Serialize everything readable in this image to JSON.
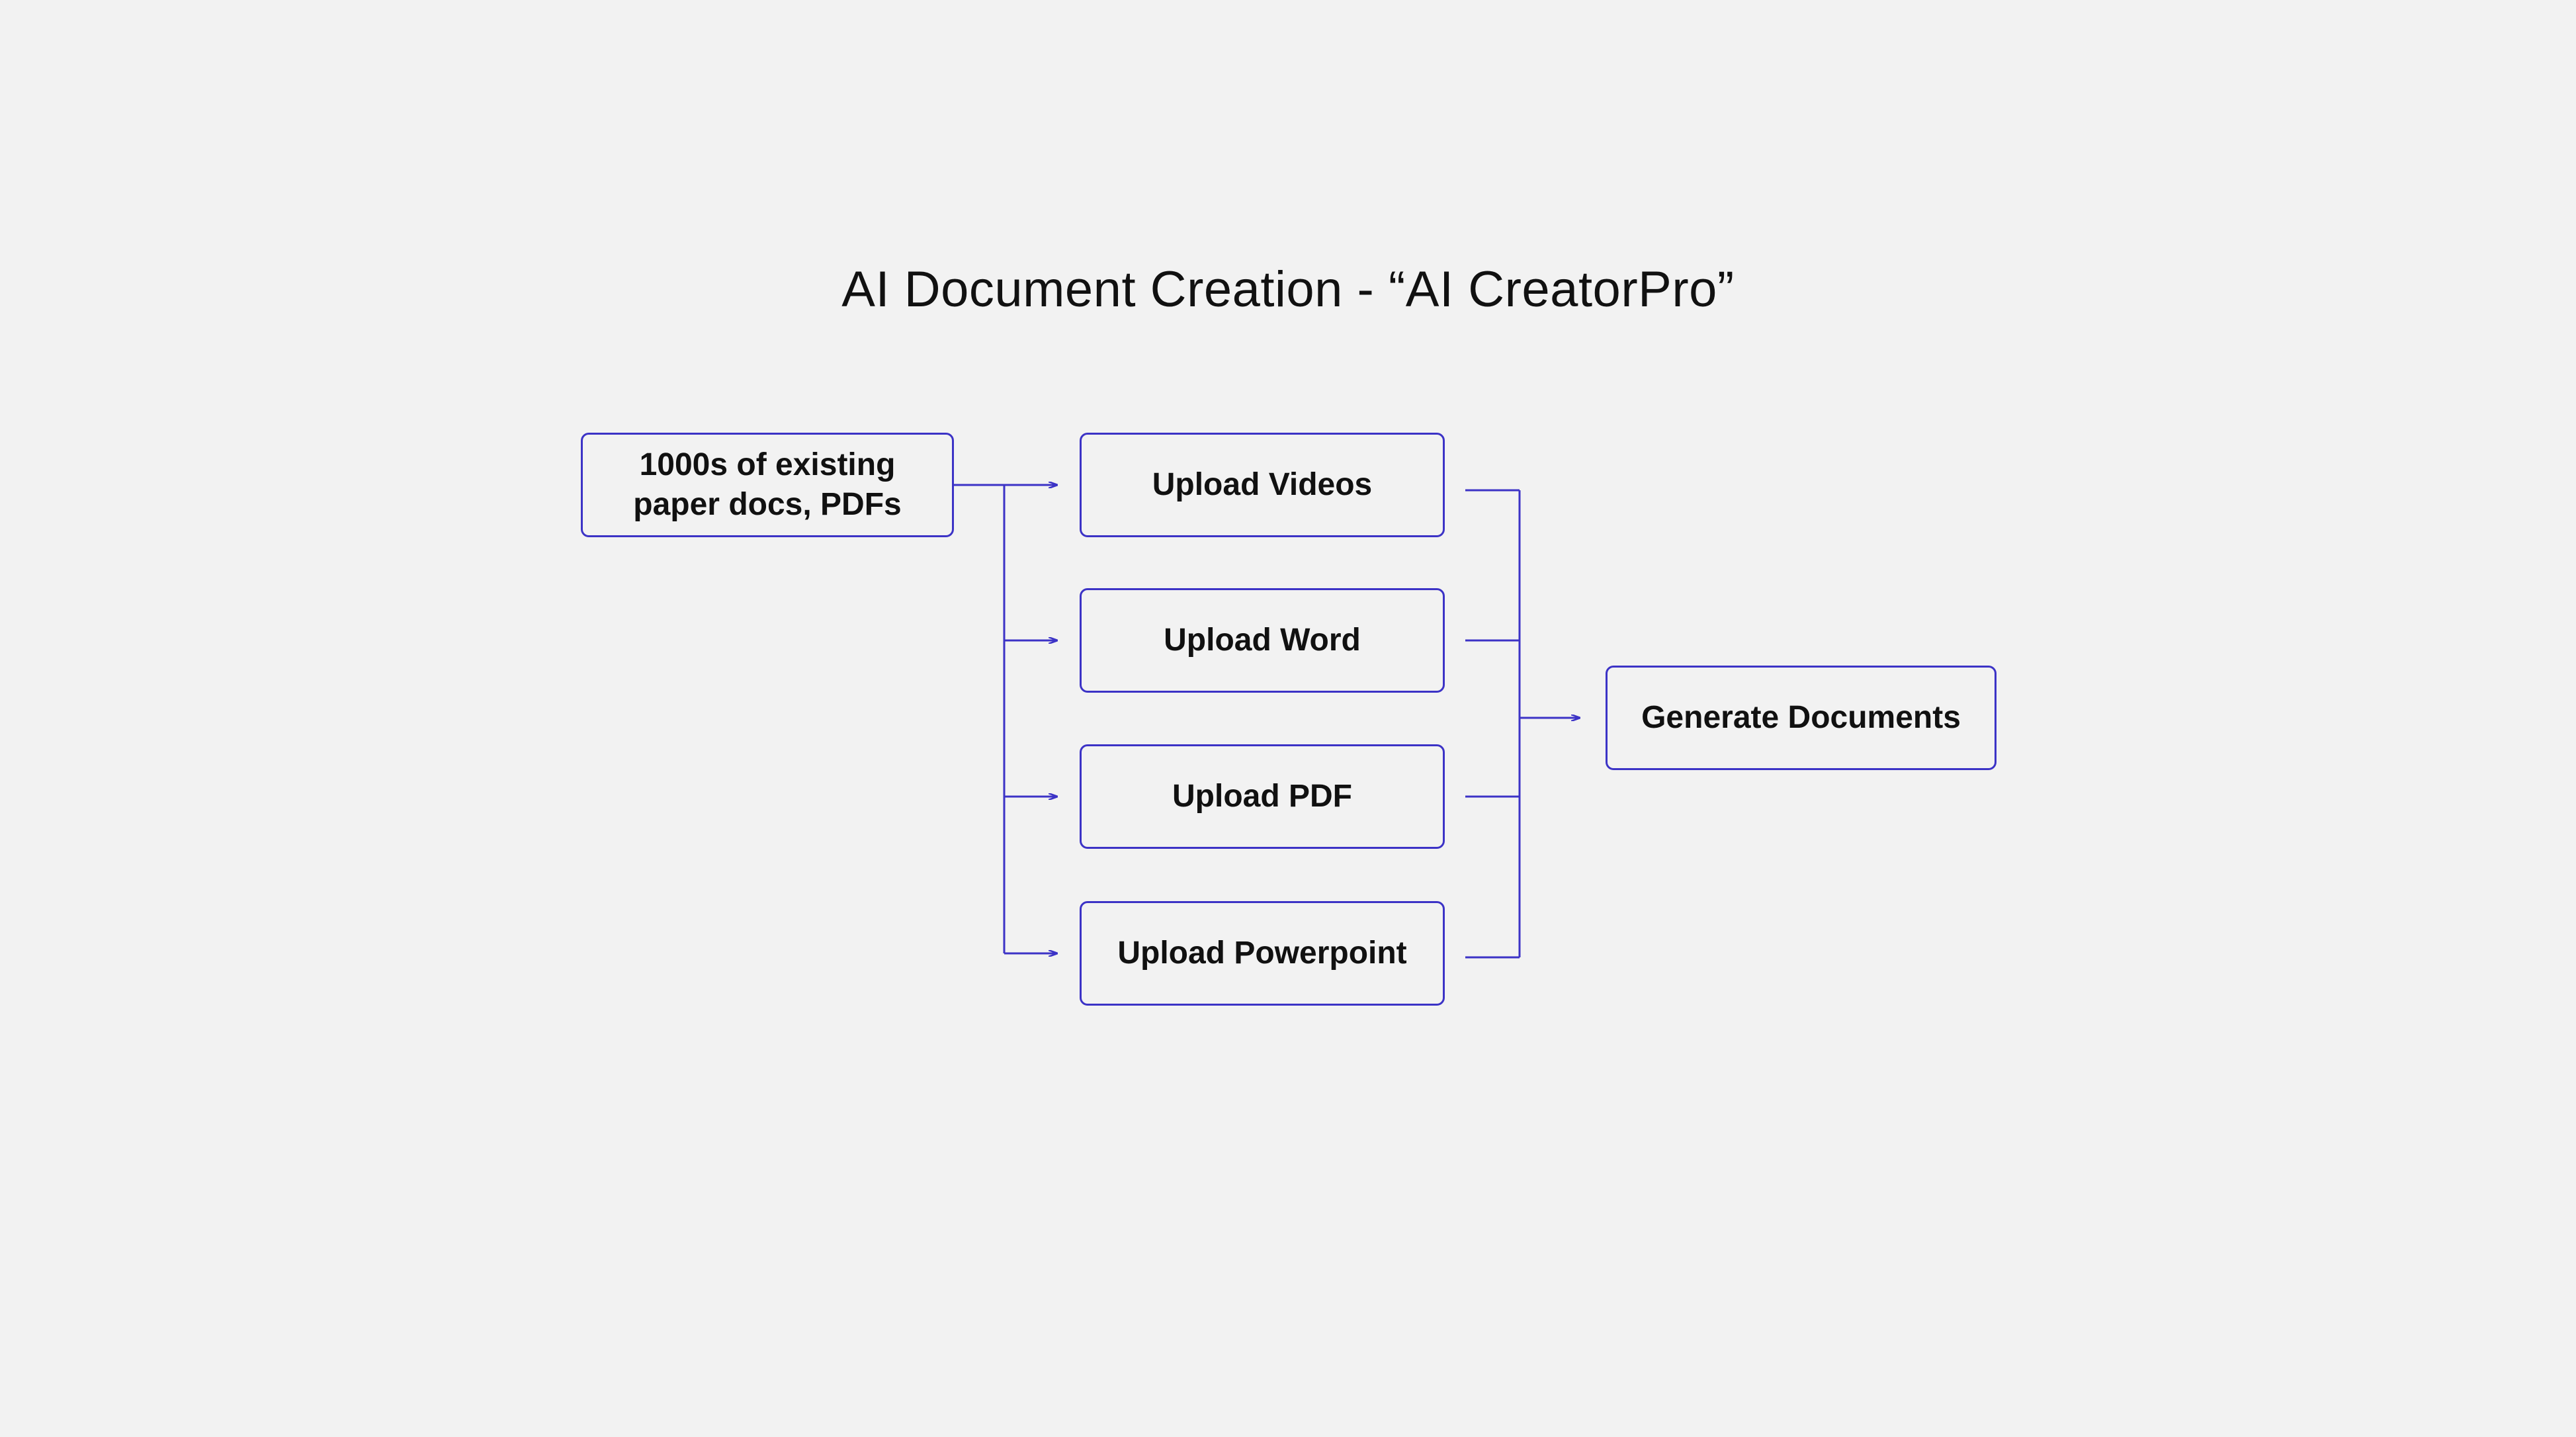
{
  "title": "AI Document Creation - “AI CreatorPro”",
  "colors": {
    "background": "#f2f2f2",
    "stroke": "#3c33c6",
    "text": "#111111"
  },
  "nodes": {
    "source": {
      "line1": "1000s of existing",
      "line2": "paper docs, PDFs"
    },
    "upload_videos": "Upload Videos",
    "upload_word": "Upload Word",
    "upload_pdf": "Upload PDF",
    "upload_powerpoint": "Upload Powerpoint",
    "generate": "Generate Documents"
  }
}
